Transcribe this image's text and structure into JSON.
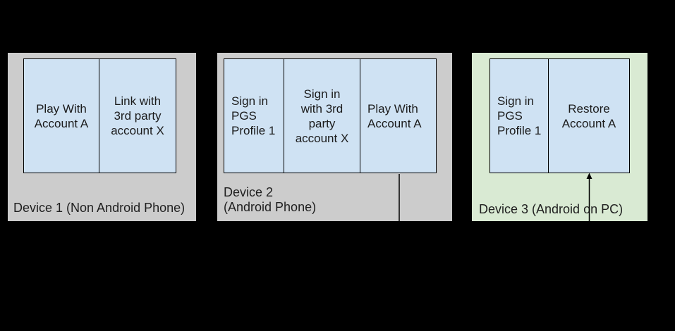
{
  "diagram": {
    "background": "#000000",
    "colors": {
      "device_panel_gray": "#cccccc",
      "device_panel_green": "#d9ead3",
      "step_box_blue": "#cfe2f3",
      "border_and_arrow": "#000000",
      "text": "#1f1f1f"
    },
    "devices": [
      {
        "label": "Device 1 (Non Android Phone)",
        "steps": [
          {
            "text": "Play With\nAccount A"
          },
          {
            "text": "Link with\n3rd party\naccount X"
          }
        ]
      },
      {
        "label": "Device 2\n(Android Phone)",
        "steps": [
          {
            "text": "Sign in\nPGS\nProfile 1"
          },
          {
            "text": "Sign in\nwith 3rd\nparty\naccount X"
          },
          {
            "text": "Play With\nAccount A"
          }
        ]
      },
      {
        "label": "Device 3 (Android on PC)",
        "steps": [
          {
            "text": "Sign in\nPGS\nProfile 1"
          },
          {
            "text": "Restore\nAccount A"
          }
        ]
      }
    ],
    "connector": {
      "type": "arrow",
      "from": "Device 2 — Play With Account A",
      "to": "Device 3 — Restore Account A",
      "color": "#000000"
    }
  }
}
